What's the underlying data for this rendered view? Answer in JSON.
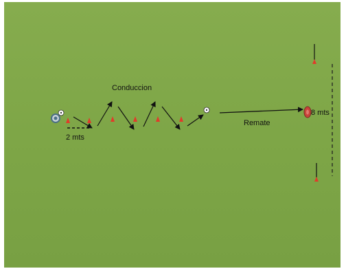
{
  "diagram": {
    "labels": {
      "conduccion": "Conduccion",
      "distance_cones": "2 mts",
      "remate": "Remate",
      "distance_goal": "8 mts"
    },
    "colors": {
      "field": "#7fa64a",
      "field_dark": "#739a40",
      "cone": "#e23a2a",
      "arrow": "#111111",
      "goal_line": "#222222",
      "target": "#c8443a"
    },
    "icons": [
      "player-icon",
      "ball-icon",
      "cone-icon",
      "target-icon",
      "goal-post-icon"
    ]
  }
}
